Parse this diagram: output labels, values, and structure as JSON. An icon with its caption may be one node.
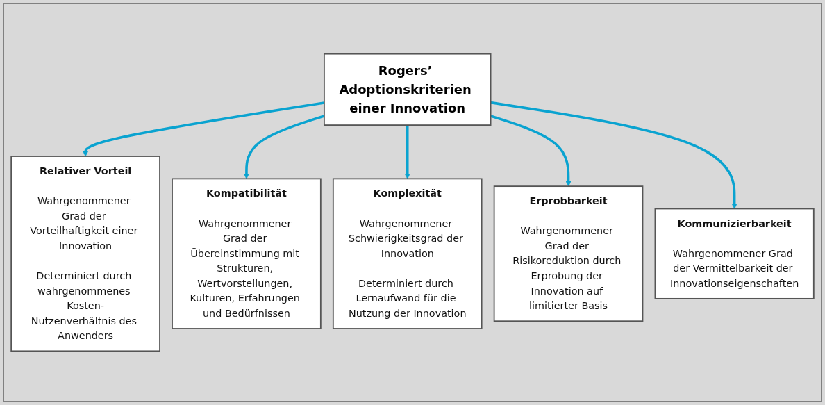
{
  "diagram": {
    "nodes": [
      {
        "text": [
          "Rogers’ Adoptionskriterien einer Innovation"
        ]
      },
      {
        "text": [
          "Relativer Vorteil",
          "Wahrgenommener Grad der Vorteilhaftigkeit einer Innovation",
          "Determiniert durch wahrgenommenes Kosten-Nutzenverhältnis des Anwenders"
        ]
      },
      {
        "text": [
          "Kompatibilität",
          "Wahrgenommener Grad der Übereinstimmung mit Strukturen, Wertvorstellungen, Kulturen, Erfahrungen und Bedürfnissen"
        ]
      },
      {
        "text": [
          "Komplexität",
          "Wahrgenommener Schwierigkeitsgrad der Innovation",
          "Determiniert durch Lernaufwand für die Nutzung der Innovation"
        ]
      },
      {
        "text": [
          "Erprobbarkeit",
          "Wahrgenommener Grad der Risikoreduktion durch Erprobung der Innovation auf limitierter Basis"
        ]
      },
      {
        "text": [
          "Kommunizierbarkeit",
          "Wahrgenommener Grad der Vermittelbarkeit der Innovationseigenschaften"
        ]
      }
    ],
    "edges": [
      {
        "from": 0,
        "to": 1,
        "arrow": "to"
      },
      {
        "from": 0,
        "to": 2,
        "arrow": "to"
      },
      {
        "from": 0,
        "to": 3,
        "arrow": "to"
      },
      {
        "from": 0,
        "to": 4,
        "arrow": "to"
      },
      {
        "from": 0,
        "to": 5,
        "arrow": "to"
      }
    ]
  }
}
